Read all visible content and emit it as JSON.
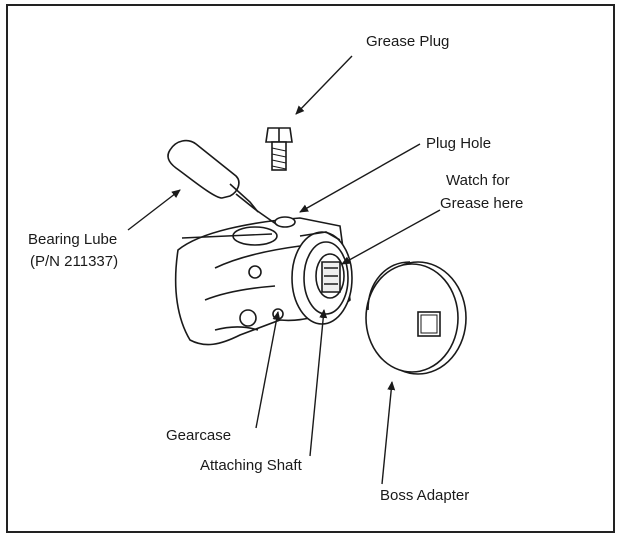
{
  "labels": {
    "grease_plug": "Grease Plug",
    "plug_hole": "Plug Hole",
    "watch_line1": "Watch for",
    "watch_line2": "Grease here",
    "bearing_lube_line1": "Bearing Lube",
    "bearing_lube_line2": "(P/N 211337)",
    "gearcase": "Gearcase",
    "attaching_shaft": "Attaching Shaft",
    "boss_adapter": "Boss Adapter"
  },
  "colors": {
    "ink": "#1a1a1a",
    "paper": "#ffffff"
  }
}
